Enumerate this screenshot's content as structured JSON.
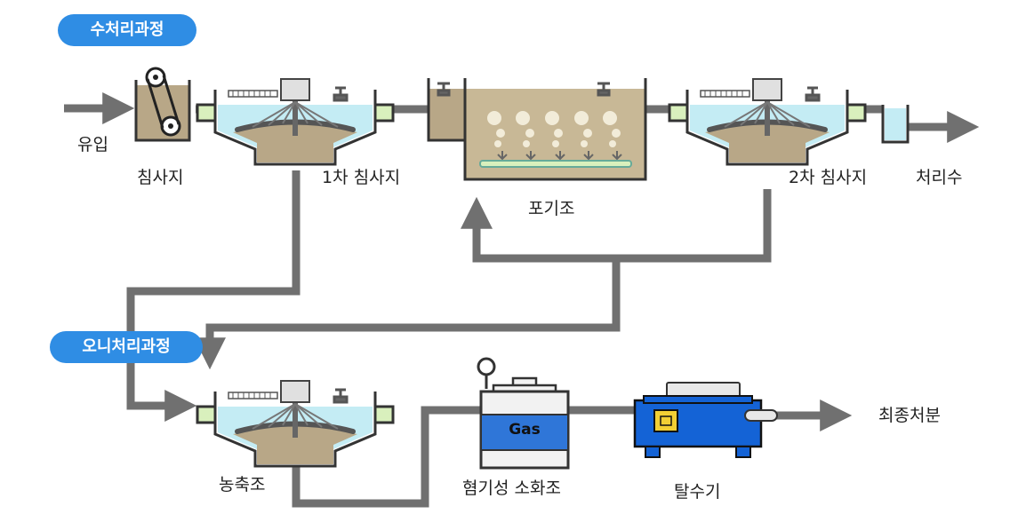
{
  "sections": {
    "water_process": "수처리과정",
    "sludge_process": "오니처리과정"
  },
  "labels": {
    "inflow": "유입",
    "grit_chamber": "침사지",
    "primary_clarifier": "1차 침사지",
    "aeration_tank": "포기조",
    "secondary_clarifier": "2차 침사지",
    "treated_water": "처리수",
    "thickener": "농축조",
    "anaerobic_digester": "혐기성 소화조",
    "dewatering_machine": "탈수기",
    "final_disposal": "최종처분",
    "gas": "Gas"
  },
  "colors": {
    "pipe": "#707070",
    "water": "#c4ecf4",
    "sludge": "#b8a787",
    "section_pill": "#2f8de4",
    "digester_band": "#2f76d8",
    "dewatering_body": "#1463d6",
    "green_accent": "#d9f0bd"
  }
}
